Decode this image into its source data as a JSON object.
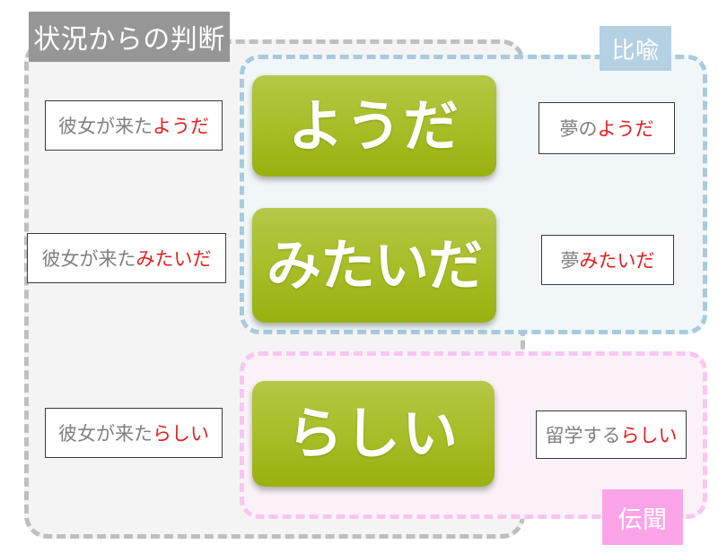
{
  "regions": {
    "situational_judgement": {
      "label": "状況からの判断",
      "color": "#969696",
      "border_color": "#bfbfbf",
      "fill": "#f4f4f4"
    },
    "metaphor": {
      "label": "比喩",
      "color": "#b4d0e3",
      "border_color": "#a8cadd",
      "fill": "#f1f7f9"
    },
    "hearsay": {
      "label": "伝聞",
      "color": "#fba5e8",
      "border_color": "#f9c6ef",
      "fill": "#fbf2f9"
    }
  },
  "forms": [
    {
      "id": "youda",
      "label": "ようだ"
    },
    {
      "id": "mitaida",
      "label": "みたいだ"
    },
    {
      "id": "rashii",
      "label": "らしい"
    }
  ],
  "examples": {
    "left": [
      {
        "base": "彼女が来た",
        "highlight": "ようだ"
      },
      {
        "base": "彼女が来た",
        "highlight": "みたいだ"
      },
      {
        "base": "彼女が来た",
        "highlight": "らしい"
      }
    ],
    "right": [
      {
        "base": "夢の",
        "highlight": "ようだ"
      },
      {
        "base": "夢",
        "highlight": "みたいだ"
      },
      {
        "base": "留学する",
        "highlight": "らしい"
      }
    ]
  },
  "colors": {
    "highlight_text": "#e02020",
    "base_text": "#808080",
    "button_gradient_top": "#b6c84a",
    "button_gradient_bottom": "#9ab210",
    "button_text": "#ffffff"
  }
}
